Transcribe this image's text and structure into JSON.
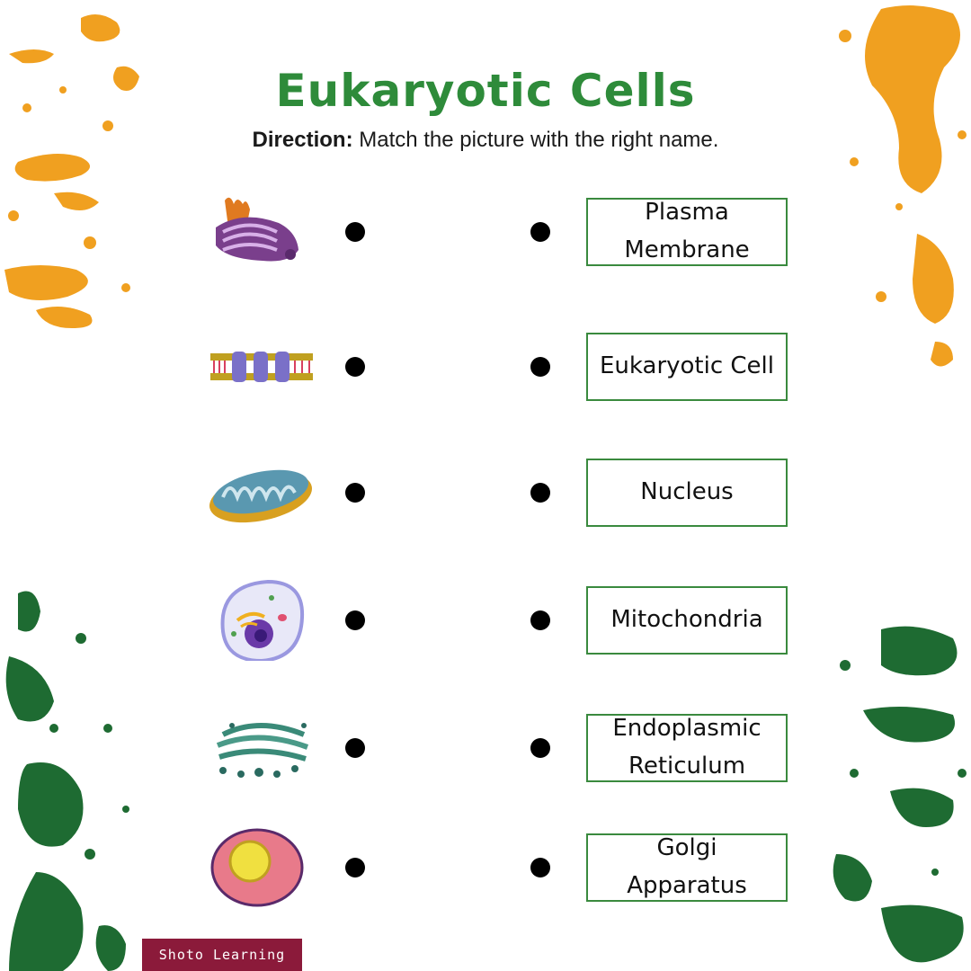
{
  "title": "Eukaryotic Cells",
  "direction": {
    "label": "Direction:",
    "text": " Match the picture with the right name."
  },
  "rows": [
    {
      "picture": "golgi-apparatus-picture",
      "label": "Plasma Membrane"
    },
    {
      "picture": "plasma-membrane-picture",
      "label": "Eukaryotic Cell"
    },
    {
      "picture": "mitochondria-picture",
      "label": "Nucleus"
    },
    {
      "picture": "eukaryotic-cell-picture",
      "label": "Mitochondria"
    },
    {
      "picture": "endoplasmic-reticulum-picture",
      "label": "Endoplasmic Reticulum"
    },
    {
      "picture": "nucleus-picture",
      "label": "Golgi Apparatus"
    }
  ],
  "brand": "Shoto Learning",
  "colors": {
    "title": "#2e8b3a",
    "orange_splatter": "#f0a020",
    "green_splatter": "#1e6b32",
    "brand_bg": "#8b1a3a"
  }
}
